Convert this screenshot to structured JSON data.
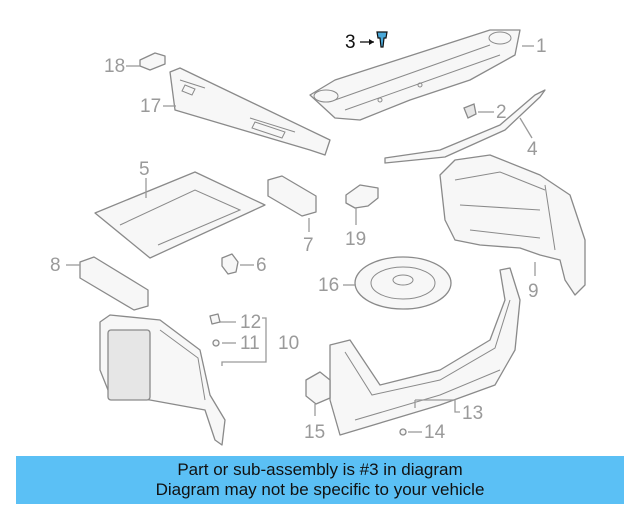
{
  "diagram": {
    "callouts": {
      "c1": "1",
      "c2": "2",
      "c3": "3",
      "c4": "4",
      "c5": "5",
      "c6": "6",
      "c7": "7",
      "c8": "8",
      "c9": "9",
      "c10": "10",
      "c11": "11",
      "c12": "12",
      "c13": "13",
      "c14": "14",
      "c15": "15",
      "c16": "16",
      "c17": "17",
      "c18": "18",
      "c19": "19"
    },
    "highlighted_callout": "3",
    "colors": {
      "part_stroke": "#8a8a8a",
      "callout_text": "#9a9a9a",
      "highlight": "#111111",
      "highlight_part": "#4aa8d8"
    }
  },
  "banner": {
    "line1": "Part or sub-assembly is #3 in diagram",
    "line2": "Diagram may not be specific to your vehicle",
    "background": "#5bc0f5"
  }
}
